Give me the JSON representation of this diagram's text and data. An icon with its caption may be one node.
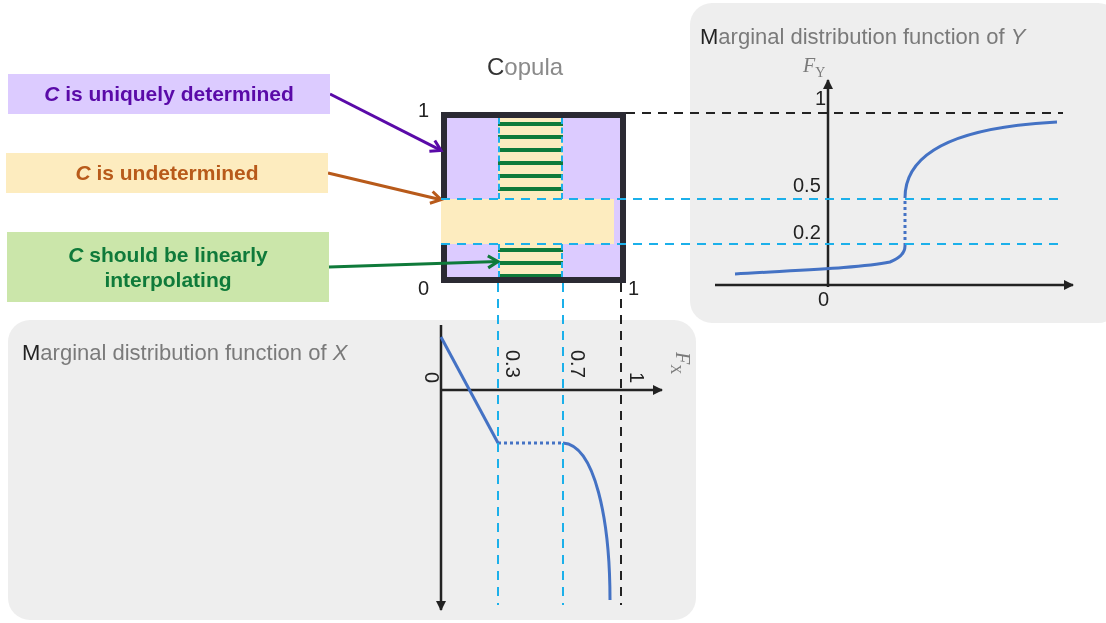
{
  "diagram": {
    "nodes": [
      {
        "text": [
          "*C* is uniquely determined"
        ]
      },
      {
        "text": [
          "*C* is undetermined"
        ]
      },
      {
        "text": [
          "*C* should be linearly interpolating"
        ]
      },
      {
        "text": [],
        "shape": "box"
      },
      {
        "text": [],
        "shape": "bar",
        "in": 3
      },
      {
        "text": [],
        "shape": "box",
        "in": 3
      },
      {
        "text": [],
        "shape": "box",
        "in": 3
      },
      {
        "text": [
          "Marginal distribution function of *Y*"
        ]
      },
      {
        "text": [
          "Marginal distribution function of *X*"
        ]
      }
    ],
    "edges": [
      {
        "from": 0,
        "to": 3,
        "arrow": "to",
        "color": "#5a0aa8"
      },
      {
        "from": 1,
        "to": 4,
        "arrow": "to",
        "color": "#b85a1a"
      },
      {
        "from": 2,
        "to": 6,
        "arrow": "to",
        "color": "#0f7a3a"
      },
      {
        "from": 3,
        "to": 7,
        "arrow": "none",
        "style": "dashed",
        "color": "#222222"
      },
      {
        "from": 4,
        "to": 7,
        "arrow": "none",
        "style": "dashed",
        "color": "#1bb0ea"
      },
      {
        "from": 4,
        "to": 7,
        "arrow": "none",
        "style": "dashed",
        "color": "#1bb0ea"
      },
      {
        "from": 3,
        "to": 8,
        "arrow": "none",
        "style": "dashed",
        "color": "#1bb0ea"
      },
      {
        "from": 3,
        "to": 8,
        "arrow": "none",
        "style": "dashed",
        "color": "#1bb0ea"
      },
      {
        "from": 3,
        "to": 8,
        "arrow": "none",
        "style": "dashed",
        "color": "#222222"
      }
    ],
    "labels": [
      "Copula",
      "1",
      "0",
      "1",
      "1",
      "0.5",
      "0.2",
      "0",
      "*F*$_{Y}$",
      "0",
      "0.3",
      "0.7",
      "1",
      "*F*$_{X}$"
    ]
  }
}
